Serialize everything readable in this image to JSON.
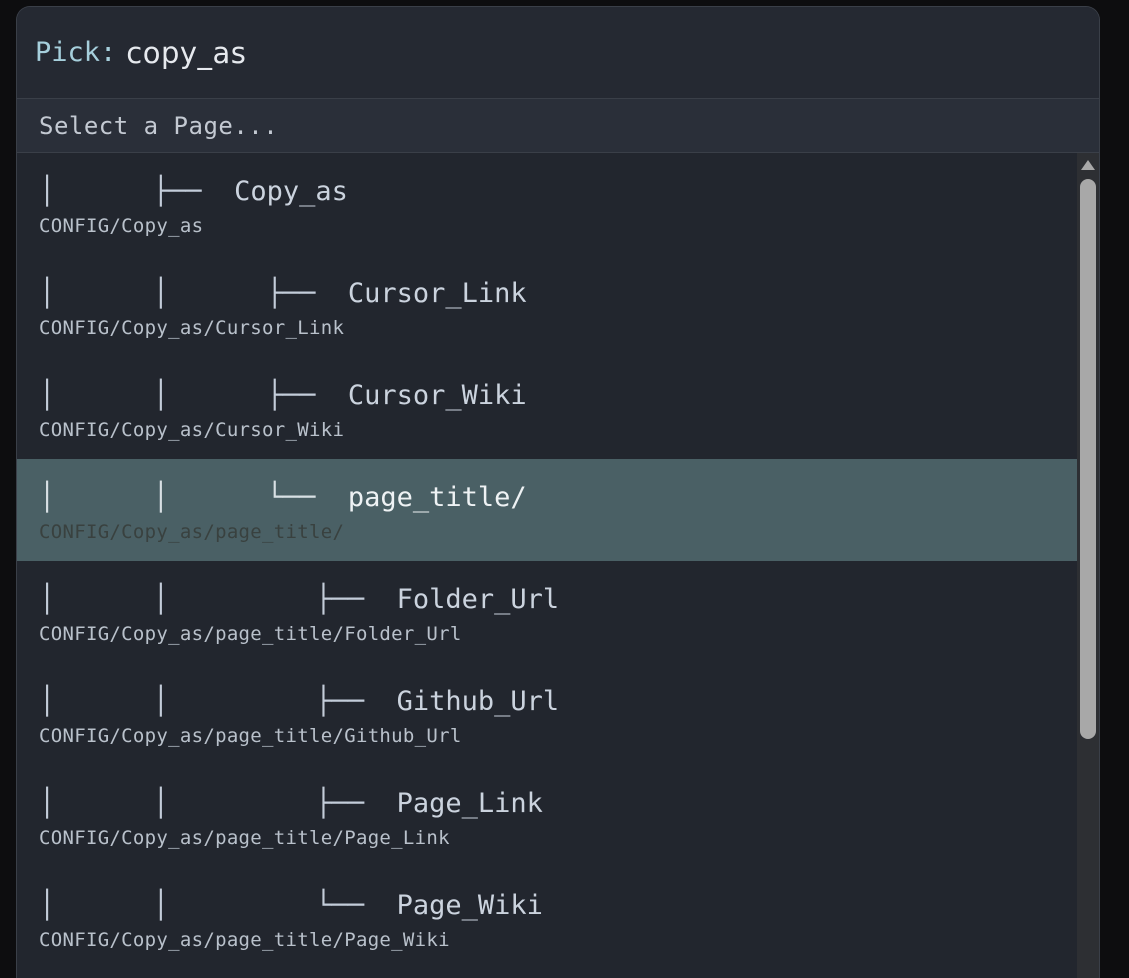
{
  "window": {
    "header": {
      "prefix": "Pick:",
      "value": "copy_as"
    },
    "prompt": {
      "text": "Select a Page..."
    }
  },
  "colors": {
    "outer_background": "#0d0d0f",
    "window_background": "#22262e",
    "header_background": "#252932",
    "prompt_background": "#2a2f39",
    "border": "#3a3f48",
    "selection": "#4a6065",
    "prefix_accent": "#a6cfdc",
    "text_primary": "#c7cfdb",
    "text_path": "#b9c1cb",
    "scrollbar_thumb": "#a8a8a8",
    "scrollbar_track": "#2d2f33"
  },
  "results": [
    {
      "tree": "│      ├──  ",
      "name": "Copy_as",
      "path": "CONFIG/Copy_as",
      "selected": false
    },
    {
      "tree": "│      │      ├──  ",
      "name": "Cursor_Link",
      "path": "CONFIG/Copy_as/Cursor_Link",
      "selected": false
    },
    {
      "tree": "│      │      ├──  ",
      "name": "Cursor_Wiki",
      "path": "CONFIG/Copy_as/Cursor_Wiki",
      "selected": false
    },
    {
      "tree": "│      │      └──  ",
      "name": "page_title/",
      "path": "CONFIG/Copy_as/page_title/",
      "selected": true
    },
    {
      "tree": "│      │         ├──  ",
      "name": "Folder_Url",
      "path": "CONFIG/Copy_as/page_title/Folder_Url",
      "selected": false
    },
    {
      "tree": "│      │         ├──  ",
      "name": "Github_Url",
      "path": "CONFIG/Copy_as/page_title/Github_Url",
      "selected": false
    },
    {
      "tree": "│      │         ├──  ",
      "name": "Page_Link",
      "path": "CONFIG/Copy_as/page_title/Page_Link",
      "selected": false
    },
    {
      "tree": "│      │         └──  ",
      "name": "Page_Wiki",
      "path": "CONFIG/Copy_as/page_title/Page_Wiki",
      "selected": false
    }
  ],
  "scrollbar": {
    "arrow_up_icon": "triangle-up-icon"
  }
}
